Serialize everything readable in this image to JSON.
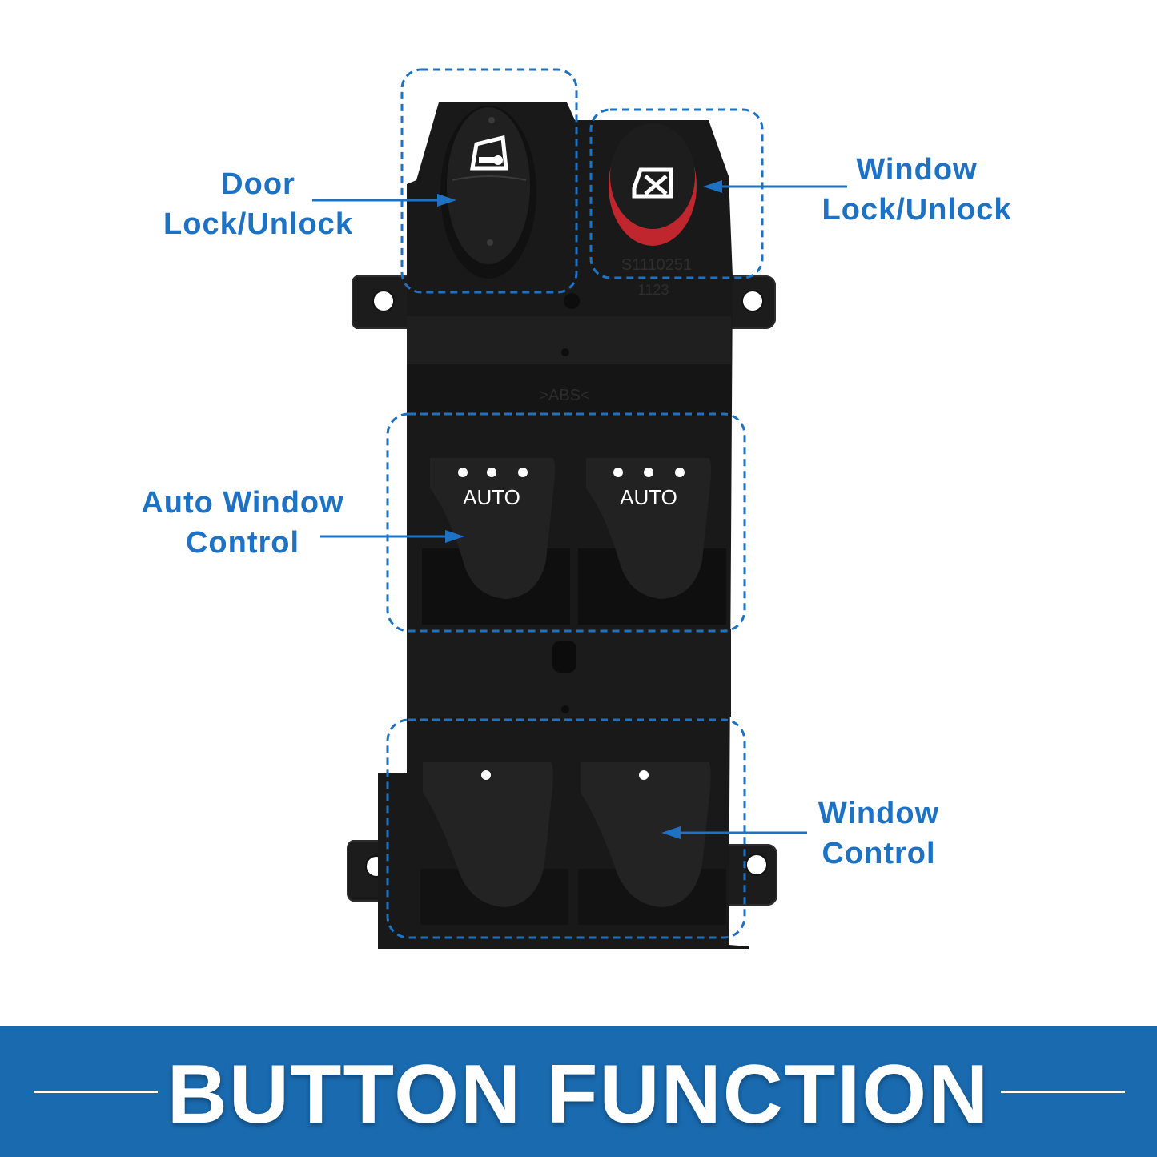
{
  "callouts": {
    "door_lock": {
      "line1": "Door",
      "line2": "Lock/Unlock"
    },
    "window_lock": {
      "line1": "Window",
      "line2": "Lock/Unlock"
    },
    "auto_window": {
      "line1": "Auto Window",
      "line2": "Control"
    },
    "window_control": {
      "line1": "Window",
      "line2": "Control"
    }
  },
  "switch": {
    "auto_label_left": "AUTO",
    "auto_label_right": "AUTO",
    "molded_text": ">ABS<",
    "part_code": "S1110251",
    "date_code": "1123"
  },
  "banner": {
    "title": "BUTTON FUNCTION"
  },
  "colors": {
    "accent_blue": "#1e72c4",
    "banner_blue": "#1a6aaf",
    "switch_black": "#1b1b1b",
    "lock_red": "#c0262d"
  }
}
